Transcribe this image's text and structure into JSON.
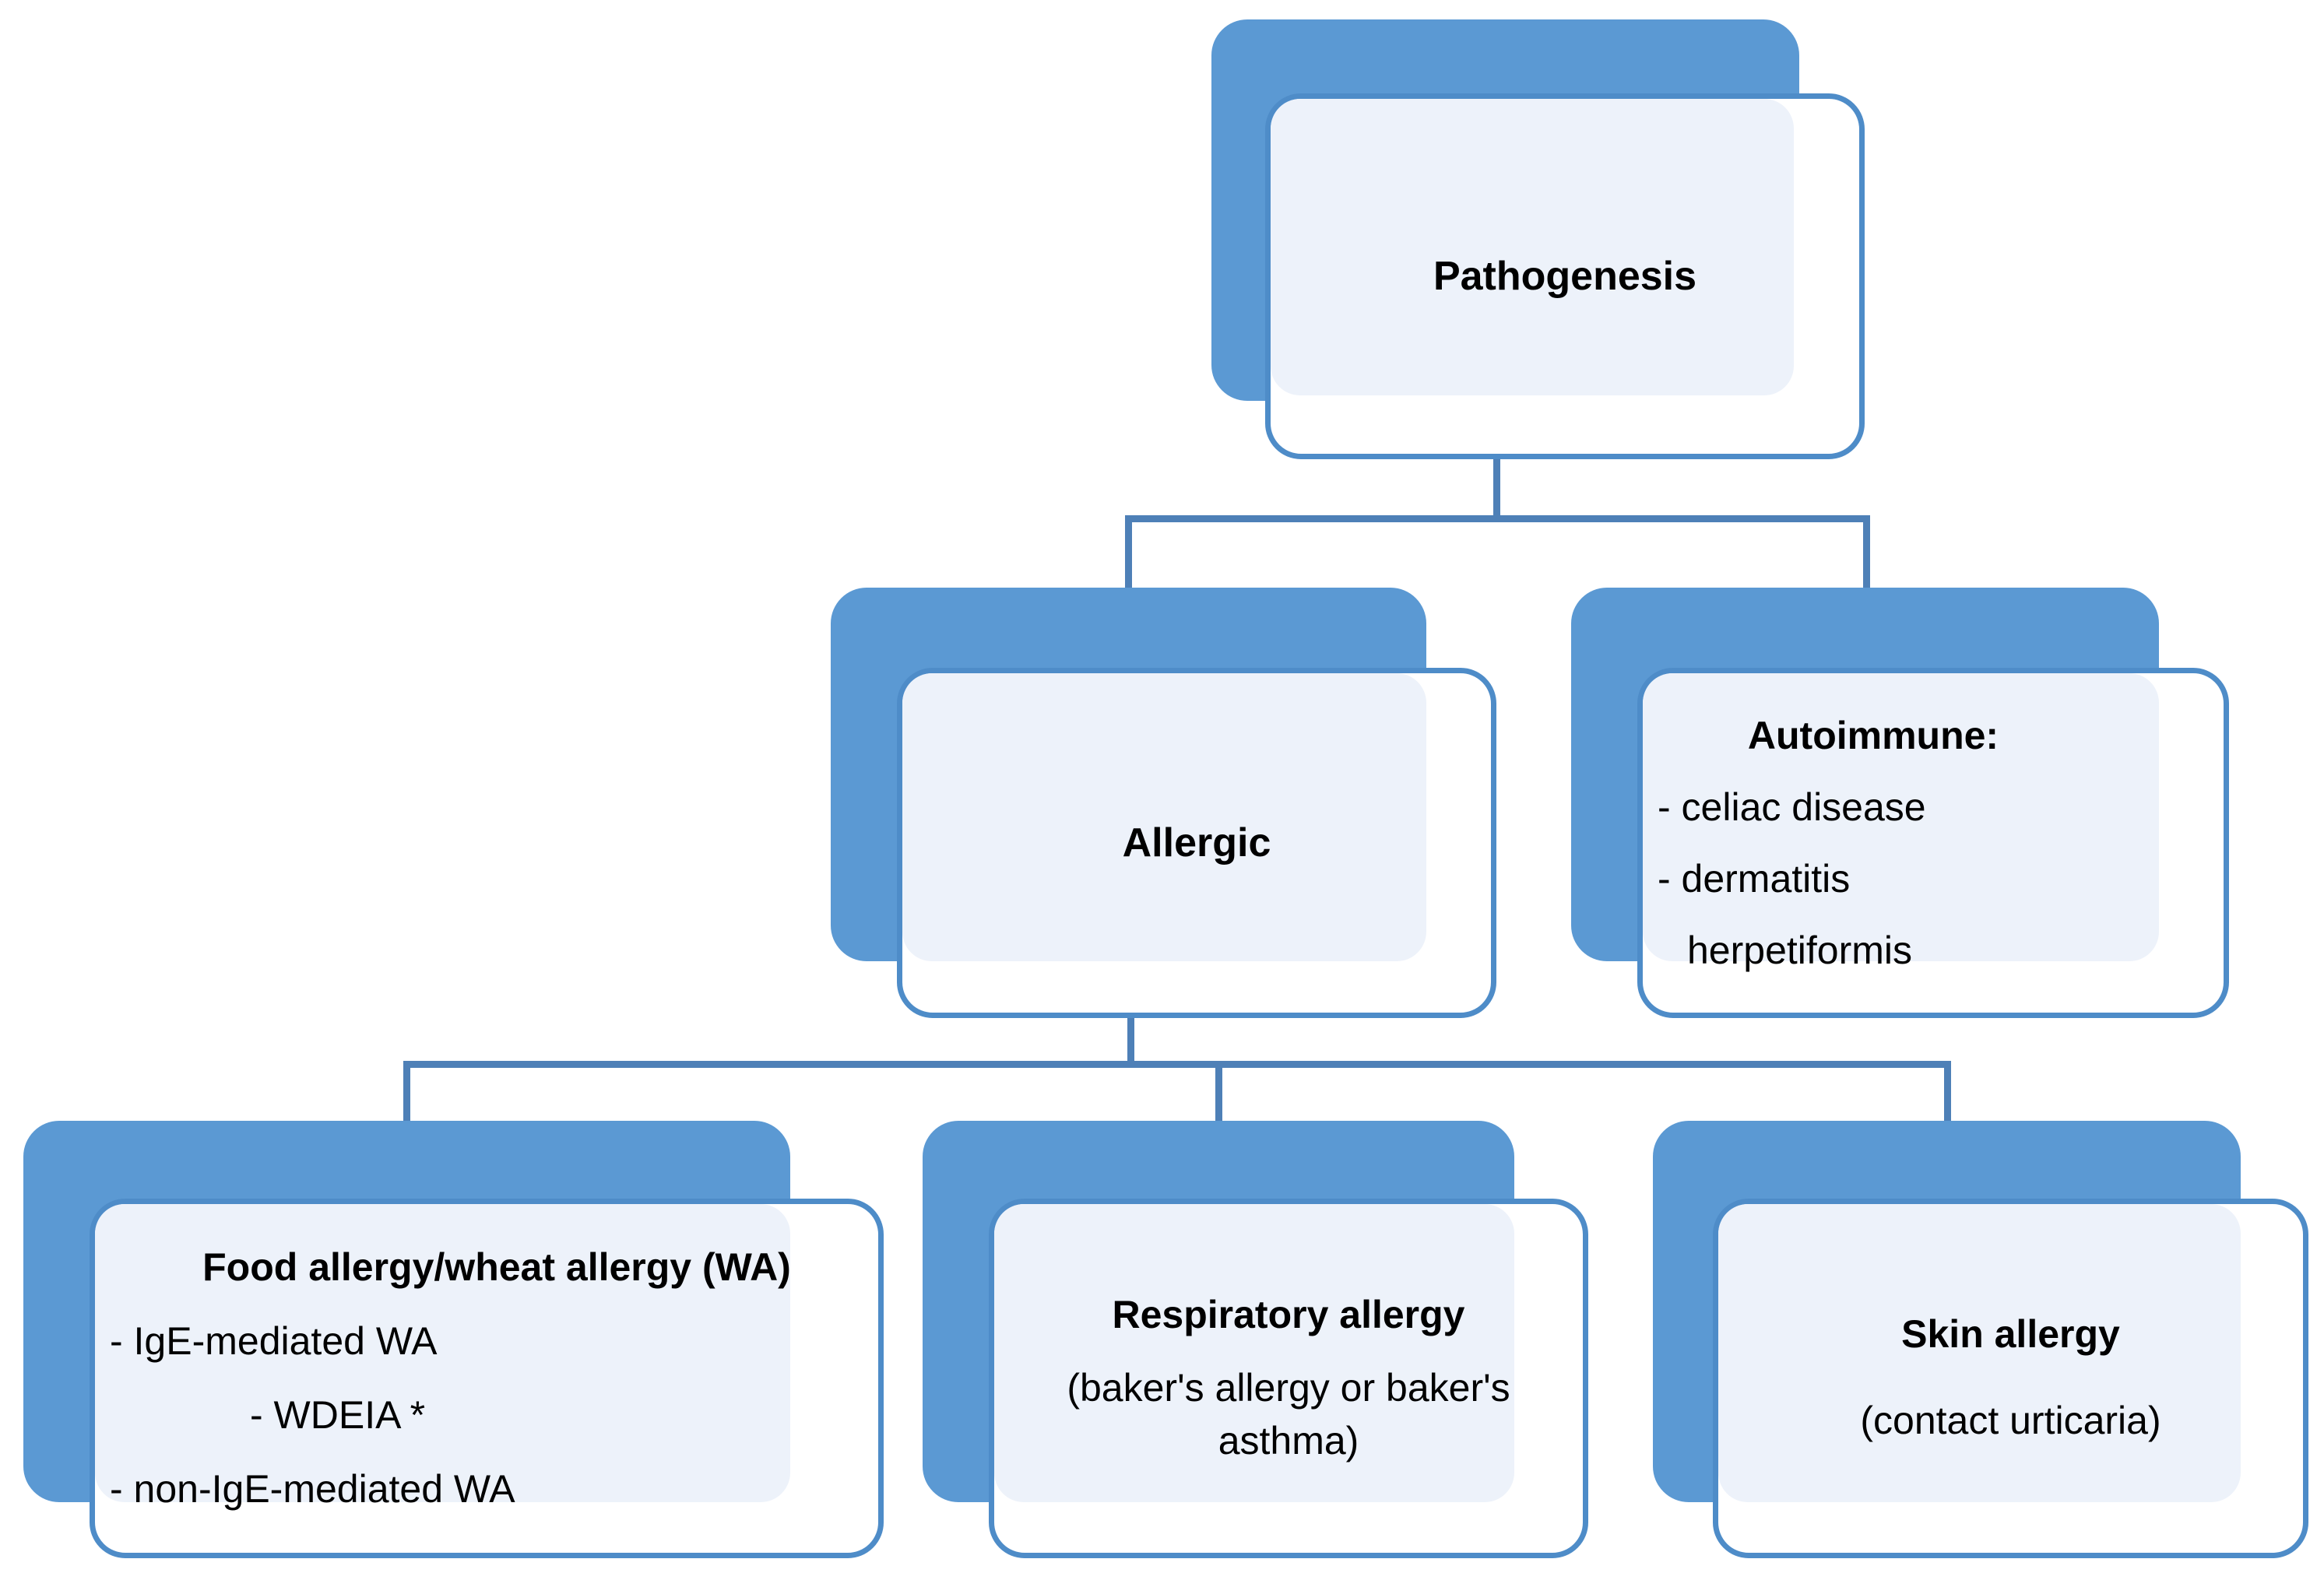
{
  "diagram": {
    "colors": {
      "shape_back": "#5B99D3",
      "shape_border": "#4E8CC8",
      "shape_fill": "#EDF2FA",
      "connector": "#4E80B7",
      "text": "#000000"
    },
    "root": {
      "label": "Pathogenesis"
    },
    "level2": {
      "allergic": {
        "label": "Allergic"
      },
      "autoimmune": {
        "heading": "Autoimmune:",
        "items": [
          "- celiac disease",
          "- dermatitis",
          "herpetiformis"
        ]
      }
    },
    "level3": {
      "food": {
        "heading": "Food allergy/wheat allergy (WA)",
        "items": [
          "- IgE-mediated WA",
          "- WDEIA *",
          "- non-IgE-mediated WA"
        ]
      },
      "respiratory": {
        "heading": "Respiratory allergy",
        "note": "(baker's allergy or baker's asthma)"
      },
      "skin": {
        "heading": "Skin allergy",
        "note": "(contact urticaria)"
      }
    }
  }
}
